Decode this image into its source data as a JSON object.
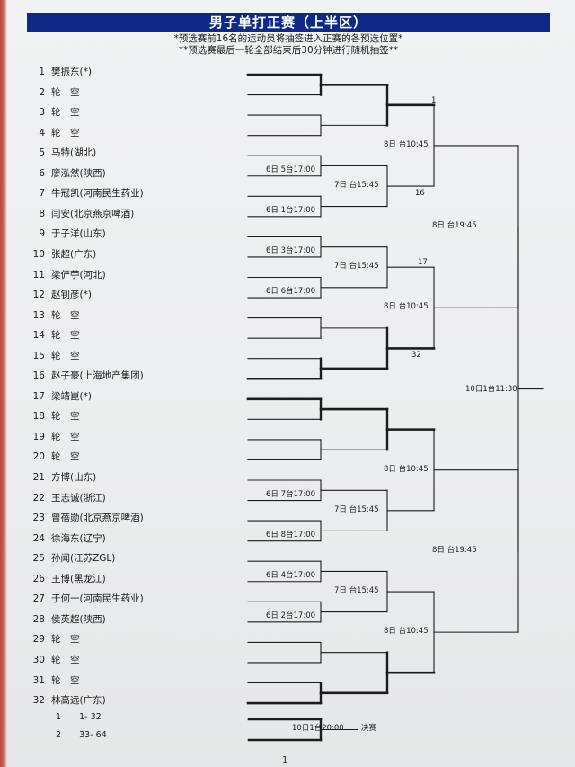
{
  "title": "男子单打正赛（上半区）",
  "notes": [
    "*预选赛前16名的运动员将抽签进入正赛的各预选位置*",
    "**预选赛最后一轮全部结束后30分钟进行随机抽签**"
  ],
  "players": [
    {
      "num": "1",
      "name": "樊振东(*)"
    },
    {
      "num": "2",
      "name": "轮　空"
    },
    {
      "num": "3",
      "name": "轮　空"
    },
    {
      "num": "4",
      "name": "轮　空"
    },
    {
      "num": "5",
      "name": "马特(湖北)"
    },
    {
      "num": "6",
      "name": "廖泓然(陕西)"
    },
    {
      "num": "7",
      "name": "牛冠凯(河南民生药业)"
    },
    {
      "num": "8",
      "name": "闫安(北京燕京啤酒)"
    },
    {
      "num": "9",
      "name": "于子洋(山东)"
    },
    {
      "num": "10",
      "name": "张超(广东)"
    },
    {
      "num": "11",
      "name": "梁俨苧(河北)"
    },
    {
      "num": "12",
      "name": "赵钊彦(*)"
    },
    {
      "num": "13",
      "name": "轮　空"
    },
    {
      "num": "14",
      "name": "轮　空"
    },
    {
      "num": "15",
      "name": "轮　空"
    },
    {
      "num": "16",
      "name": "赵子豪(上海地产集团)"
    },
    {
      "num": "17",
      "name": "梁靖崑(*)"
    },
    {
      "num": "18",
      "name": "轮　空"
    },
    {
      "num": "19",
      "name": "轮　空"
    },
    {
      "num": "20",
      "name": "轮　空"
    },
    {
      "num": "21",
      "name": "方博(山东)"
    },
    {
      "num": "22",
      "name": "王志诚(浙江)"
    },
    {
      "num": "23",
      "name": "曾蓓勋(北京燕京啤酒)"
    },
    {
      "num": "24",
      "name": "徐海东(辽宁)"
    },
    {
      "num": "25",
      "name": "孙闻(江苏ZGL)"
    },
    {
      "num": "26",
      "name": "王博(黑龙江)"
    },
    {
      "num": "27",
      "name": "于何一(河南民生药业)"
    },
    {
      "num": "28",
      "name": "侯英超(陕西)"
    },
    {
      "num": "29",
      "name": "轮　空"
    },
    {
      "num": "30",
      "name": "轮　空"
    },
    {
      "num": "31",
      "name": "轮　空"
    },
    {
      "num": "32",
      "name": "林高远(广东)"
    }
  ],
  "r1_schedule": [
    "6日 5台17:00",
    "6日 1台17:00",
    "6日 3台17:00",
    "6日 6台17:00",
    "6日 7台17:00",
    "6日 8台17:00",
    "6日 4台17:00",
    "6日 2台17:00"
  ],
  "r2_schedule": [
    "7日 台15:45",
    "7日 台15:45",
    "7日 台15:45",
    "7日 台15:45"
  ],
  "r3_schedule": [
    "8日 台10:45",
    "8日 台10:45",
    "8日 台10:45",
    "8日 台10:45"
  ],
  "r4_schedule": [
    "8日 台19:45",
    "8日 台19:45"
  ],
  "final_schedule": "10日1台11:30",
  "seeds": [
    "1",
    "16",
    "17",
    "32"
  ],
  "summary": [
    {
      "num": "1",
      "range": "1- 32"
    },
    {
      "num": "2",
      "range": "33- 64"
    }
  ],
  "final_label": "决赛",
  "final_match_schedule": "10日1台20:00",
  "page_number": "1"
}
